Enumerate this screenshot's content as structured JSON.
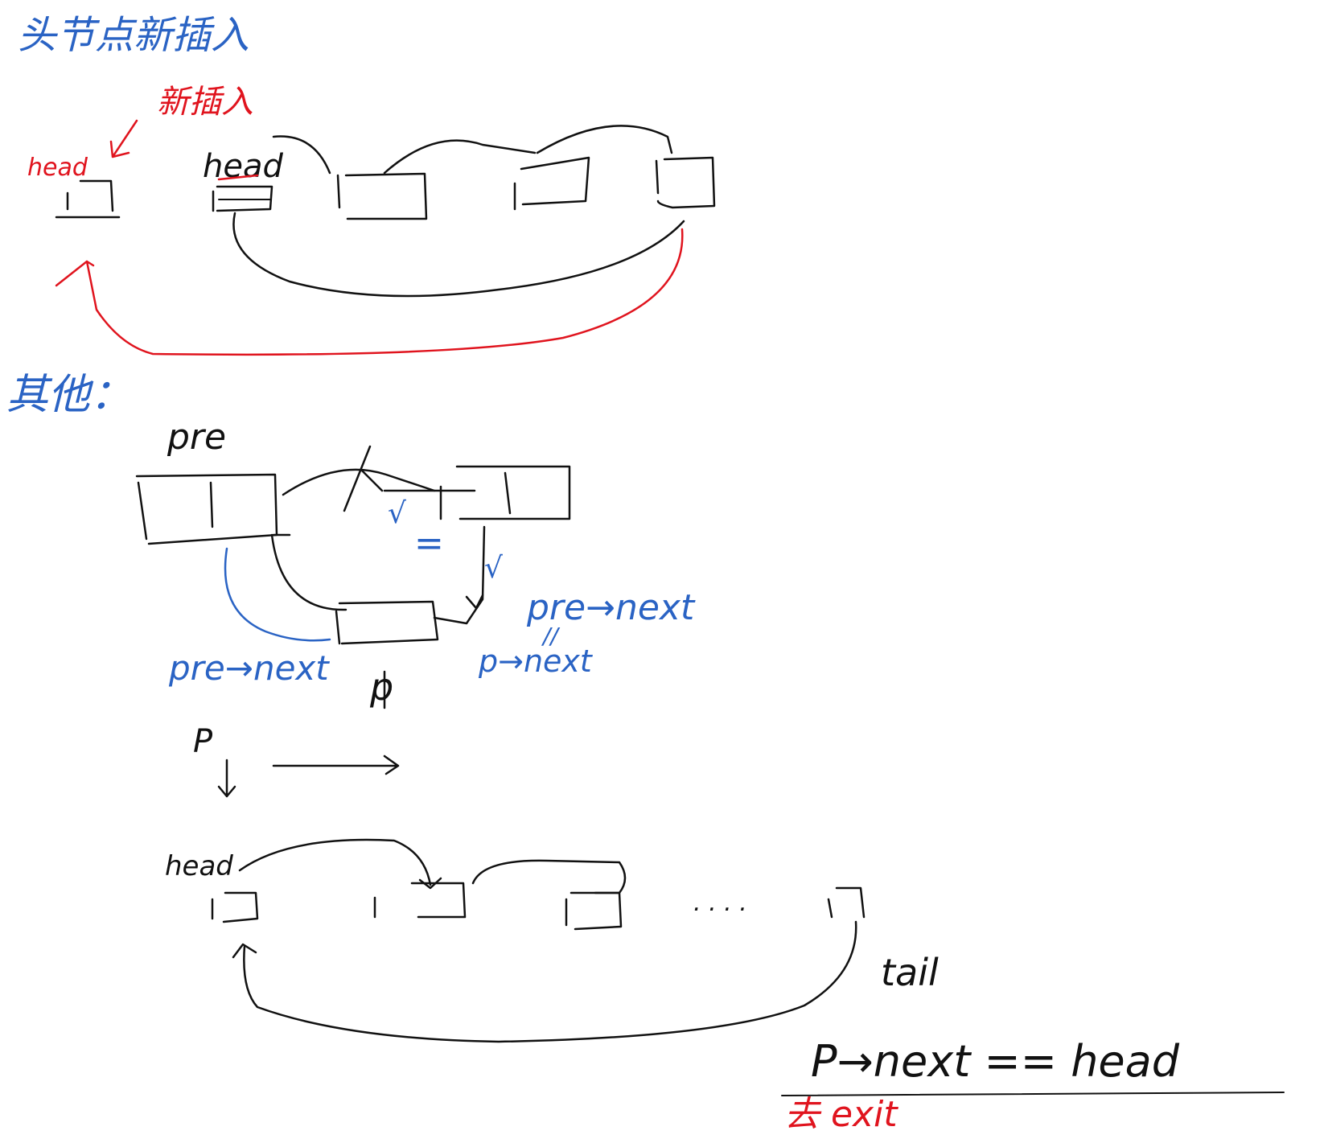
{
  "colors": {
    "ink": "#111111",
    "red": "#e0141e",
    "blue": "#2a63c4"
  },
  "section_head_insert": {
    "title": "头节点新插入",
    "new_insert_label": "新插入",
    "new_head_label": "head",
    "old_head_label": "head"
  },
  "section_other": {
    "title": "其他：",
    "pre_label": "pre",
    "pre_next_eq_label": "pre→next",
    "p_next_label": "p→next",
    "eq_mark": "=",
    "check_mark": "√",
    "pre_next_bottom_label": "pre→next",
    "p_node_label": "p"
  },
  "section_traverse": {
    "p_label": "P",
    "head_label": "head",
    "ellipsis": ". . . .",
    "tail_label": "tail",
    "condition": "P→next == head",
    "exit_label": "去 exit"
  }
}
